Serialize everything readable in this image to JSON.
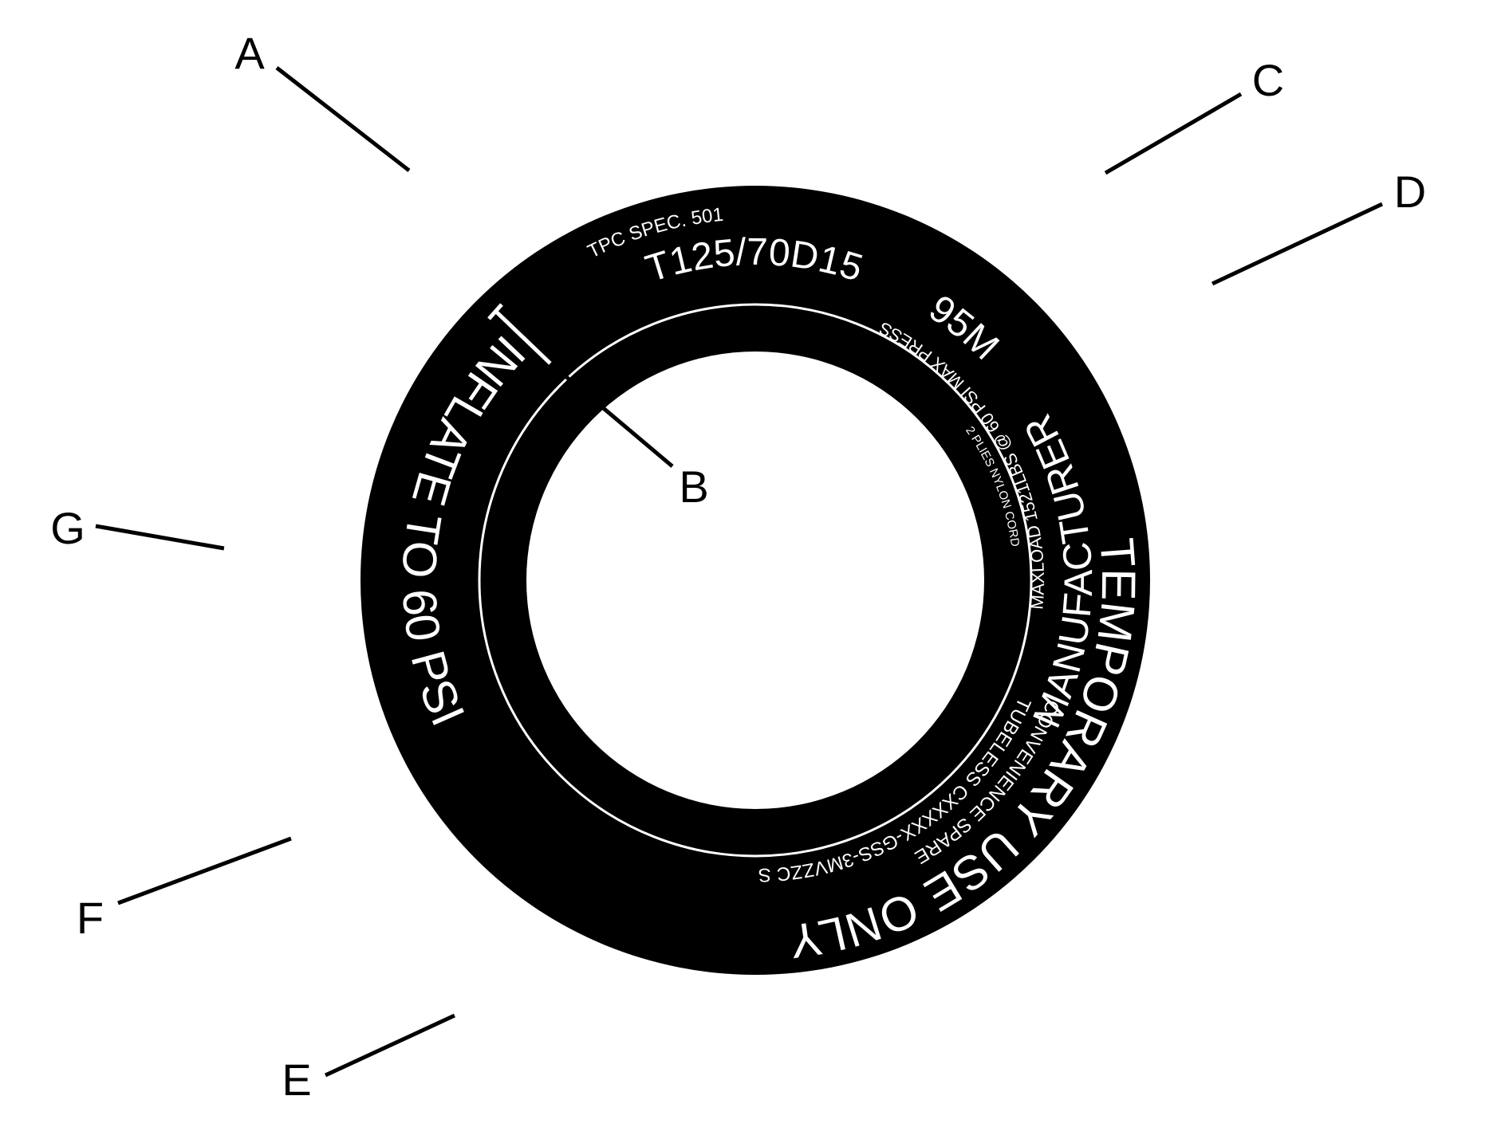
{
  "tire": {
    "ring_color": "#000000",
    "text_color": "#ffffff",
    "background_color": "#ffffff",
    "temporary_use": "TEMPORARY USE ONLY",
    "tubeless": "TUBELESS CXXXXX-GSS-3MVZZC SCC",
    "plies": "2 PLIES NYLON CORD",
    "maxload": "MAXLOAD 1521LBS @ 60 PSI MAX PRESS",
    "manufacturer": "MANUFACTURER",
    "convenience_spare": "CONVENIENCE SPARE",
    "inflate": "INFLATE TO 60 PSI",
    "size": "T125/70D15",
    "load_speed": "95M",
    "tpc_spec": "TPC SPEC. 501"
  },
  "callouts": {
    "a": "A",
    "b": "B",
    "c": "C",
    "d": "D",
    "e": "E",
    "f": "F",
    "g": "G"
  }
}
